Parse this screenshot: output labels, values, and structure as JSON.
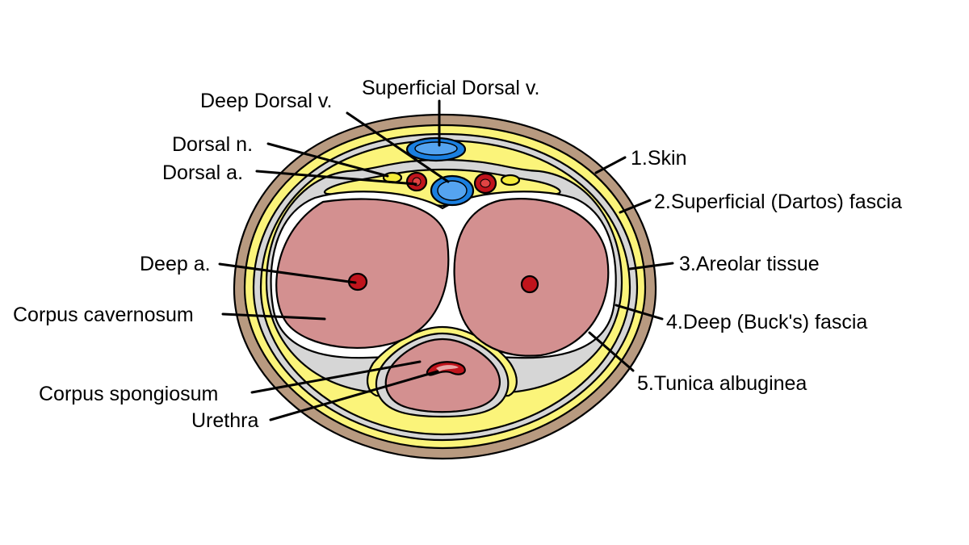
{
  "labels": {
    "superficial_dorsal_v": "Superficial Dorsal v.",
    "deep_dorsal_v": "Deep Dorsal v.",
    "dorsal_n": "Dorsal n.",
    "dorsal_a": "Dorsal a.",
    "deep_a": "Deep a.",
    "corpus_cavernosum": "Corpus cavernosum",
    "corpus_spongiosum": "Corpus spongiosum",
    "urethra": "Urethra",
    "skin": "1.Skin",
    "superficial_fascia": "2.Superficial (Dartos) fascia",
    "areolar_tissue": "3.Areolar tissue",
    "deep_fascia": "4.Deep (Buck's) fascia",
    "tunica_albuginea": "5.Tunica albuginea"
  },
  "colors": {
    "skin": "#B89A80",
    "fascia_yellow": "#FBF47A",
    "buck_gray": "#D6D6D6",
    "tunica_white": "#FFFFFF",
    "erectile_tissue": "#D39090",
    "artery": "#C0141C",
    "vein": "#1A7FE0",
    "nerve": "#F4EB3A"
  }
}
